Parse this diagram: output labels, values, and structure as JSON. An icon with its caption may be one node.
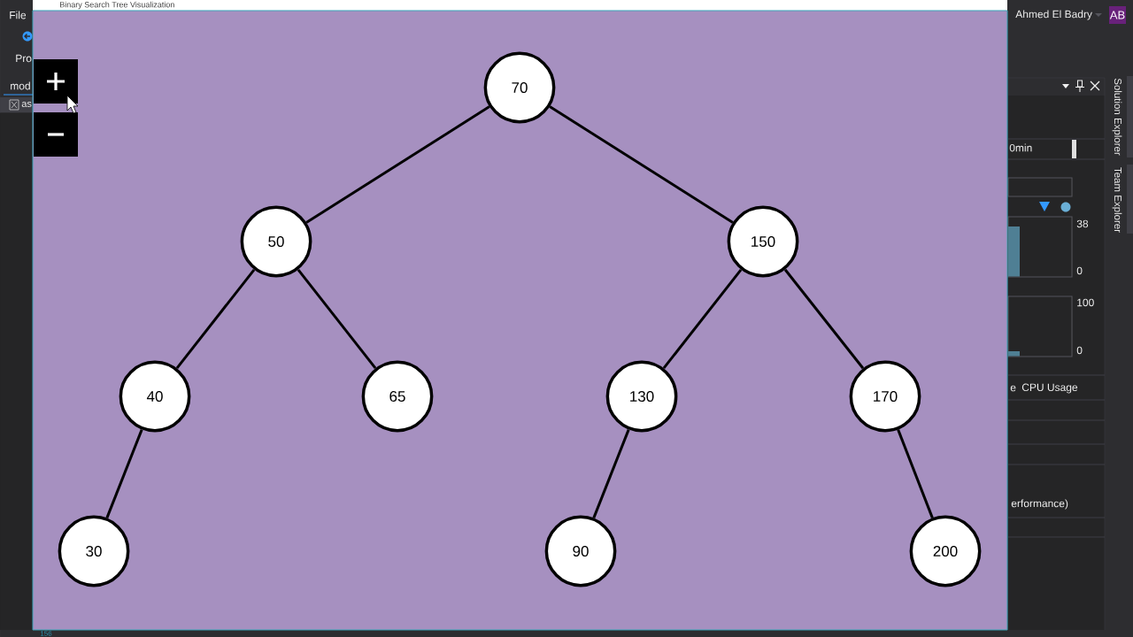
{
  "diagram": {
    "title": "Binary Search Tree Visualization",
    "nodes": [
      {
        "text": [
          "70"
        ]
      },
      {
        "text": [
          "50"
        ]
      },
      {
        "text": [
          "150"
        ]
      },
      {
        "text": [
          "40"
        ]
      },
      {
        "text": [
          "65"
        ]
      },
      {
        "text": [
          "130"
        ]
      },
      {
        "text": [
          "170"
        ]
      },
      {
        "text": [
          "30"
        ]
      },
      {
        "text": [
          "90"
        ]
      },
      {
        "text": [
          "200"
        ]
      }
    ],
    "edges": [
      {
        "from": 0,
        "to": 1,
        "arrow": "none"
      },
      {
        "from": 0,
        "to": 2,
        "arrow": "none"
      },
      {
        "from": 1,
        "to": 3,
        "arrow": "none"
      },
      {
        "from": 1,
        "to": 4,
        "arrow": "none"
      },
      {
        "from": 2,
        "to": 5,
        "arrow": "none"
      },
      {
        "from": 2,
        "to": 6,
        "arrow": "none"
      },
      {
        "from": 3,
        "to": 7,
        "arrow": "none"
      },
      {
        "from": 5,
        "to": 8,
        "arrow": "none"
      },
      {
        "from": 6,
        "to": 9,
        "arrow": "none"
      }
    ],
    "labels": [
      "File",
      "Ahmed El Badry",
      "AB",
      "Pro",
      "mod",
      "Solution Explorer",
      "as",
      "0min",
      "Team Explorer",
      "38",
      "0",
      "100",
      "0",
      "e",
      "CPU Usage",
      "erformance)",
      "156"
    ]
  }
}
